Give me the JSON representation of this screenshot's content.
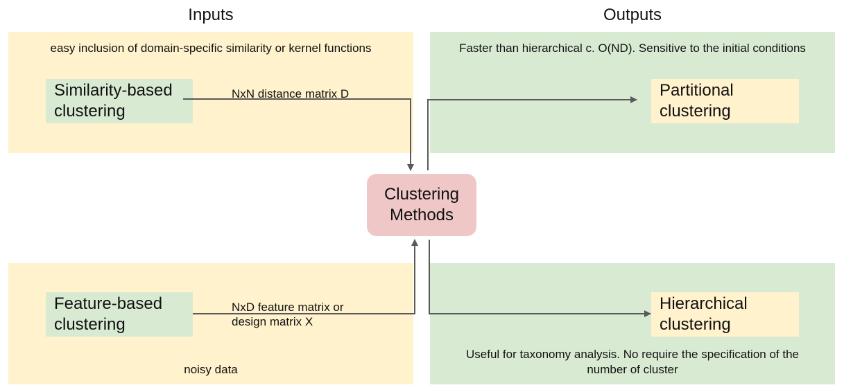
{
  "headings": {
    "inputs": "Inputs",
    "outputs": "Outputs"
  },
  "center": {
    "line1": "Clustering",
    "line2": "Methods"
  },
  "inputs": {
    "similarity": {
      "note": "easy inclusion of domain-specific similarity or kernel functions",
      "box_line1": "Similarity-based",
      "box_line2": "clustering",
      "edge_label": "NxN distance matrix D"
    },
    "feature": {
      "note": "noisy data",
      "box_line1": "Feature-based",
      "box_line2": "clustering",
      "edge_label_line1": "NxD feature matrix or",
      "edge_label_line2": "design matrix X"
    }
  },
  "outputs": {
    "partitional": {
      "note": "Faster than hierarchical c. O(ND). Sensitive to the initial conditions",
      "box_line1": "Partitional",
      "box_line2": "clustering"
    },
    "hierarchical": {
      "note_line1": "Useful for taxonomy analysis.  No require the specification of the",
      "note_line2": "number of cluster",
      "box_line1": "Hierarchical",
      "box_line2": "clustering"
    }
  },
  "colors": {
    "input_panel": "#fff2cc",
    "output_panel": "#d9ead3",
    "center_node": "#efc7c7",
    "arrow": "#595959"
  }
}
